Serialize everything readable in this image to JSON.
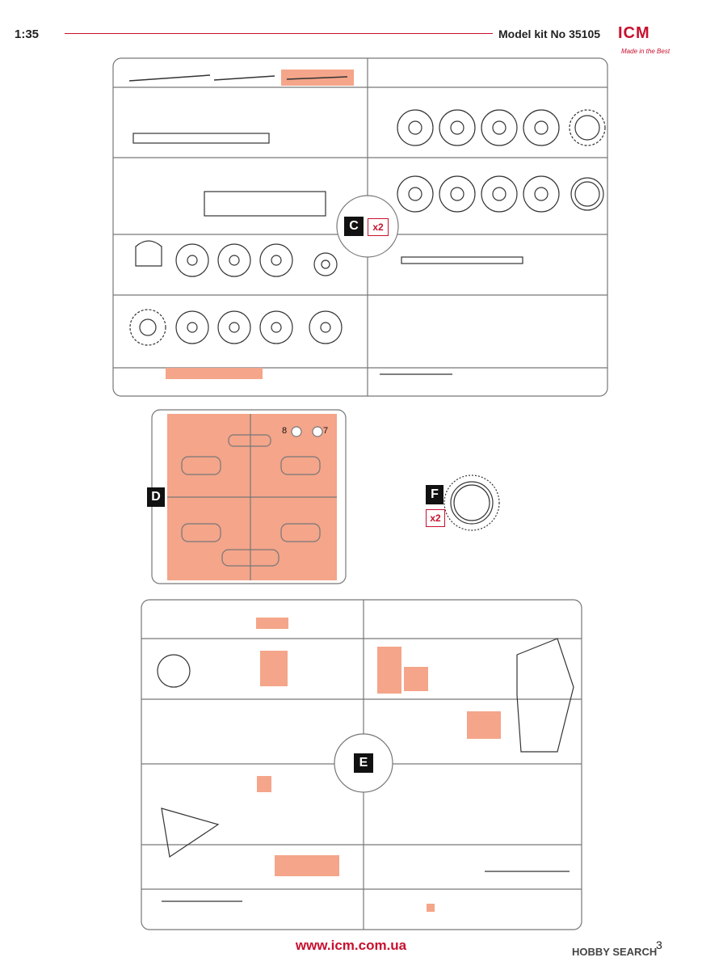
{
  "header": {
    "scale": "1:35",
    "kit_label": "Model kit No 35105",
    "brand": "ICM",
    "brand_tagline": "Made in the Best"
  },
  "sprues": {
    "c": {
      "letter": "C",
      "quantity": "x2"
    },
    "d": {
      "letter": "D",
      "extra_labels": [
        "8",
        "7"
      ]
    },
    "e": {
      "letter": "E"
    },
    "f": {
      "letter": "F",
      "quantity": "x2"
    }
  },
  "footer": {
    "website": "www.icm.com.ua",
    "page_number": "3",
    "watermark": "HOBBY SEARCH"
  },
  "colors": {
    "accent_red": "#c8102e",
    "highlight": "#f4a58a"
  }
}
